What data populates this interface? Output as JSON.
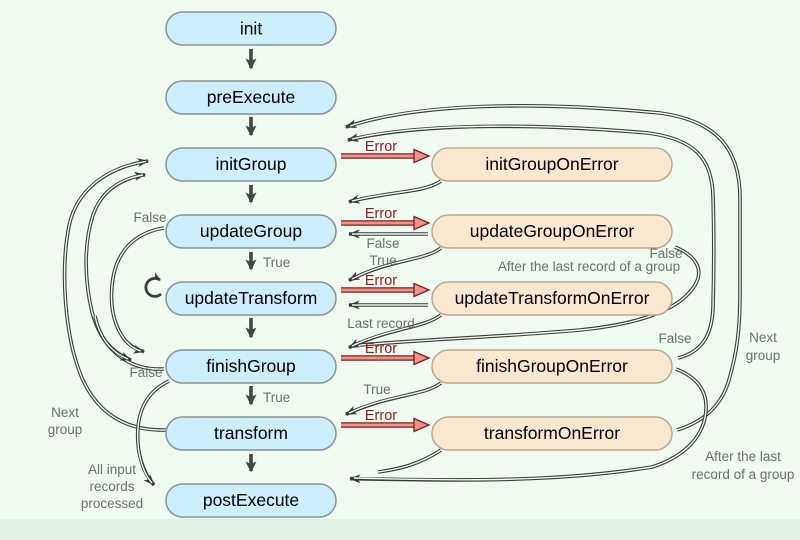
{
  "title": "Transform lifecycle diagram",
  "colors": {
    "background": "#f0faf1",
    "footer_strip": "#e2efe3",
    "node_fill_blue": "#cdeefd",
    "node_stroke_blue": "#879394",
    "node_fill_peach": "#fae7d0",
    "node_stroke_peach": "#b9a88f",
    "edge_color": "#3b3b3b",
    "error_arrow_fill": "#f2928a",
    "error_arrow_outline": "#7a1f1f",
    "error_label_color": "#8e1b1b",
    "condition_label_color": "#6e6e6e",
    "node_text_color": "#000000"
  },
  "nodes": {
    "init": "init",
    "preExecute": "preExecute",
    "initGroup": "initGroup",
    "updateGroup": "updateGroup",
    "updateTransform": "updateTransform",
    "finishGroup": "finishGroup",
    "transform": "transform",
    "postExecute": "postExecute",
    "initGroupOnError": "initGroupOnError",
    "updateGroupOnError": "updateGroupOnError",
    "updateTransformOnError": "updateTransformOnError",
    "finishGroupOnError": "finishGroupOnError",
    "transformOnError": "transformOnError"
  },
  "labels": {
    "error": "Error",
    "true": "True",
    "false": "False",
    "last_record": "Last record",
    "next_group_line1": "Next",
    "next_group_line2": "group",
    "after_last_full": "After the last record of a group",
    "after_last_line1": "After the last",
    "after_last_line2": "record of a group",
    "all_input_line1": "All input",
    "all_input_line2": "records",
    "all_input_line3": "processed"
  }
}
